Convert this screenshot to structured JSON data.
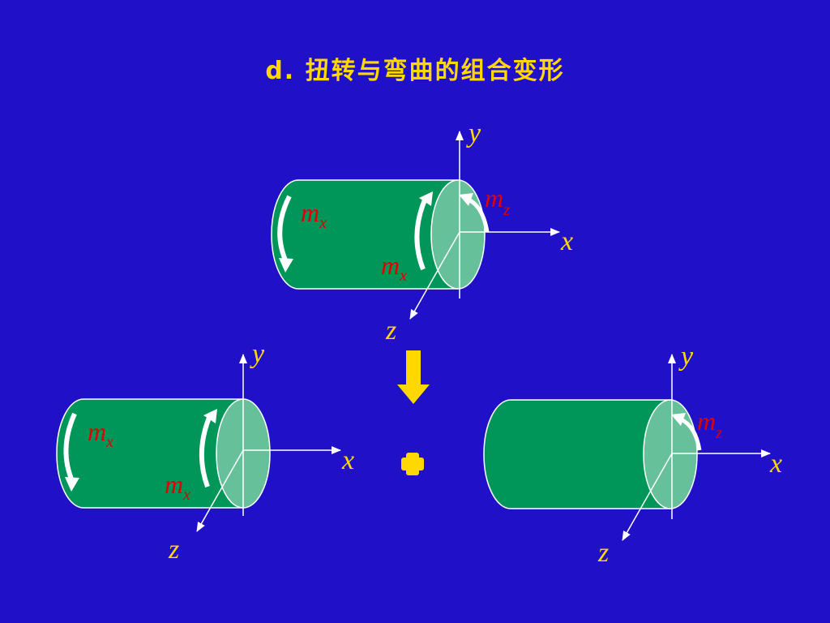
{
  "title": "d.  扭转与弯曲的组合变形",
  "colors": {
    "background": "#2010c8",
    "title": "#ffd800",
    "cylinder_body": "#00965a",
    "cylinder_face": "#66c09a",
    "outline": "#ffffff",
    "axis_label": "#ffd800",
    "moment_label": "#e00000",
    "operator": "#ffd800"
  },
  "figures": {
    "combined": {
      "axes": {
        "x": "x",
        "y": "y",
        "z": "z"
      },
      "moments": [
        {
          "base": "m",
          "sub": "x"
        },
        {
          "base": "m",
          "sub": "x"
        },
        {
          "base": "m",
          "sub": "z"
        }
      ]
    },
    "torsion": {
      "axes": {
        "x": "x",
        "y": "y",
        "z": "z"
      },
      "moments": [
        {
          "base": "m",
          "sub": "x"
        },
        {
          "base": "m",
          "sub": "x"
        }
      ]
    },
    "bending": {
      "axes": {
        "x": "x",
        "y": "y",
        "z": "z"
      },
      "moments": [
        {
          "base": "m",
          "sub": "z"
        }
      ]
    }
  },
  "operators": {
    "down_arrow": "down-arrow-icon",
    "plus": "plus-icon"
  }
}
